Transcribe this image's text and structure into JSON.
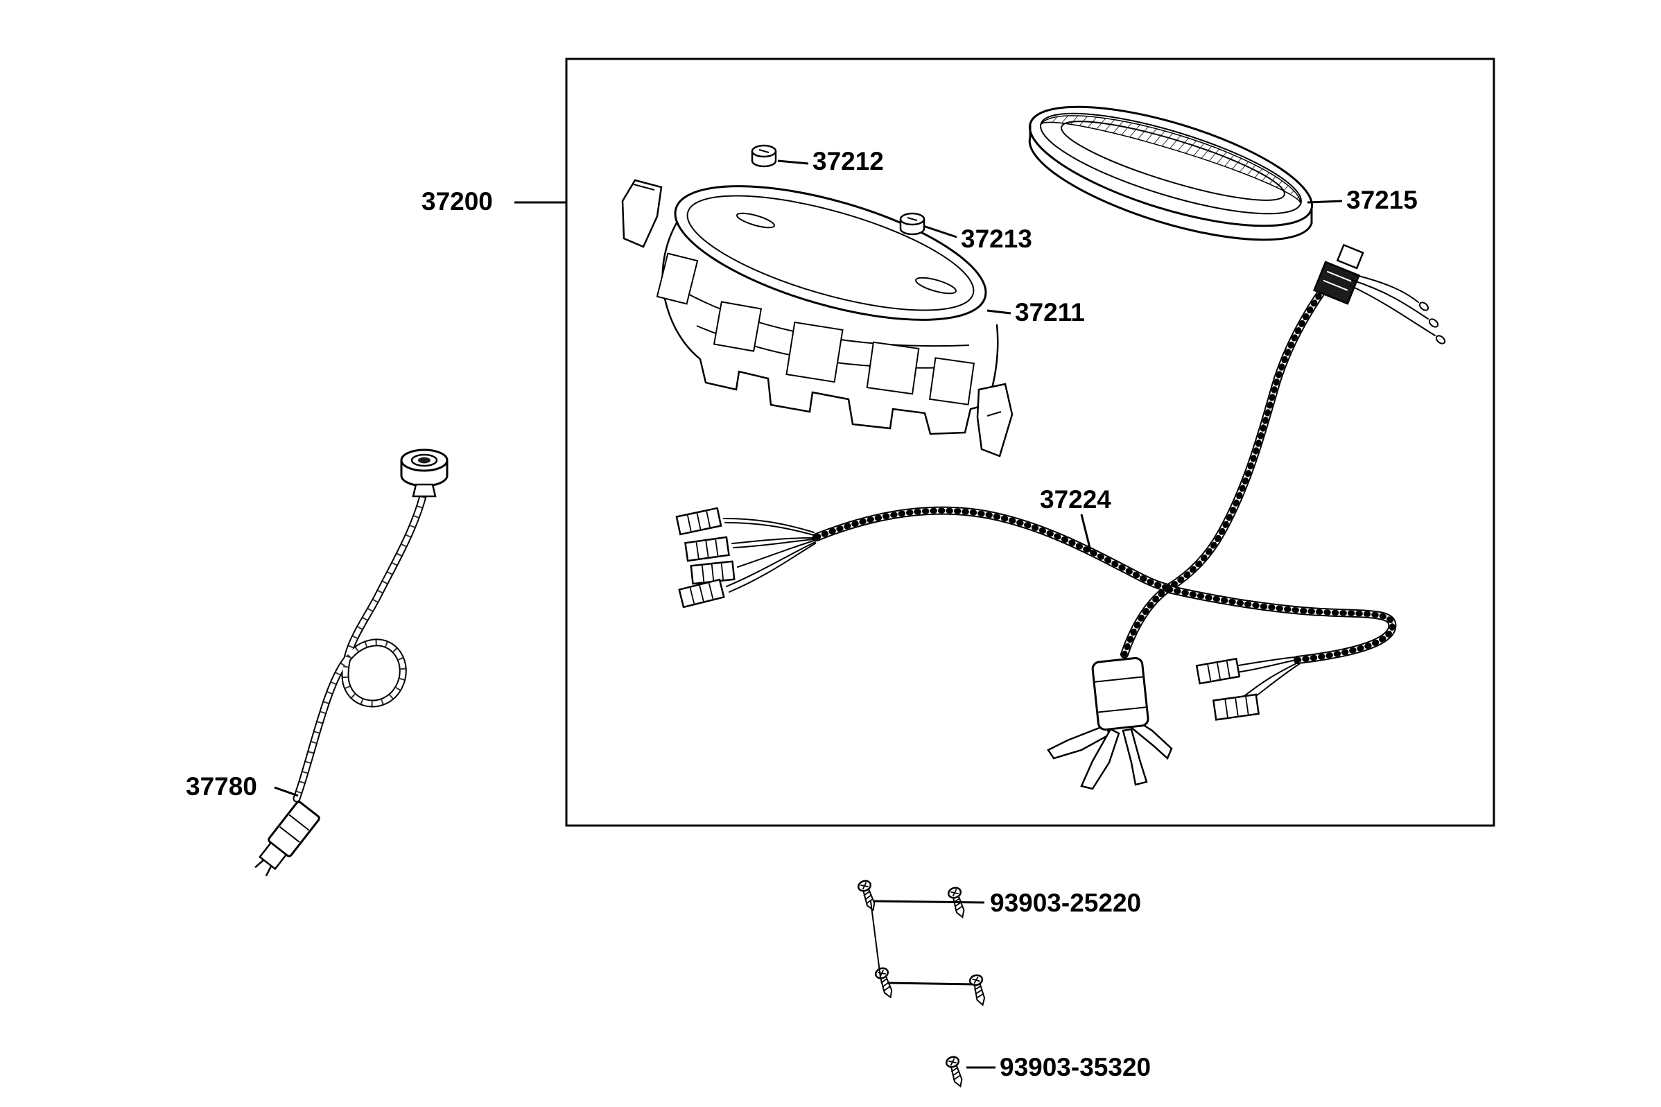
{
  "colors": {
    "background": "#ffffff",
    "line": "#000000",
    "label_text": "#000000"
  },
  "callouts": [
    {
      "text": "37200"
    },
    {
      "text": "37212"
    },
    {
      "text": "37213"
    },
    {
      "text": "37215"
    },
    {
      "text": "37211"
    },
    {
      "text": "37224"
    },
    {
      "text": "37780"
    },
    {
      "text": "93903-25220"
    },
    {
      "text": "93903-35320"
    }
  ]
}
